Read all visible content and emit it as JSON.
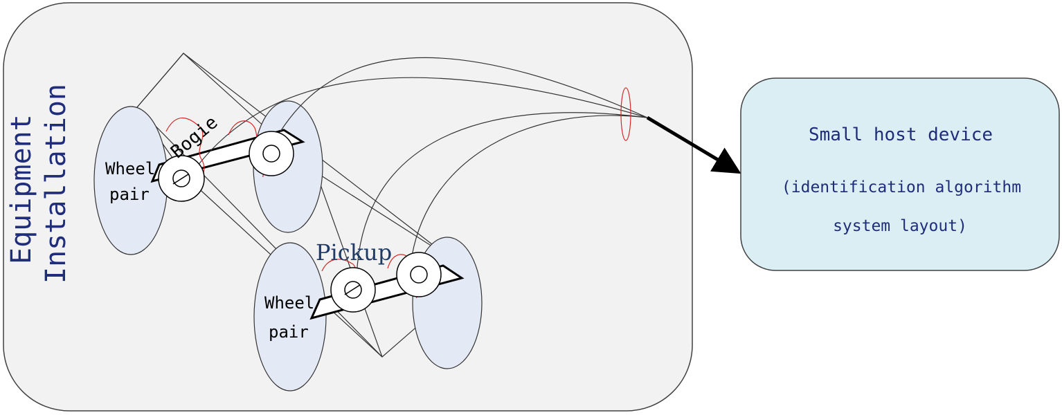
{
  "diagram": {
    "container_label_line1": "Equipment",
    "container_label_line2": "Installation",
    "host_box": {
      "line1": "Small host device",
      "line2": "(identification algorithm",
      "line3": "system layout)"
    },
    "labels": {
      "bogie": "Bogie",
      "pickup": "Pickup",
      "wheel_pair_1_line1": "Wheel",
      "wheel_pair_1_line2": "pair",
      "wheel_pair_2_line1": "Wheel",
      "wheel_pair_2_line2": "pair"
    },
    "colors": {
      "container_fill": "#f2f2f2",
      "container_stroke": "#404040",
      "wheel_fill": "#e4eaf5",
      "host_fill": "#daeef3",
      "host_text": "#1f2d7a",
      "title_text": "#1f2d7a",
      "pickup_text": "#1f3a66",
      "signal_wire": "#d62728",
      "line": "#222222"
    }
  }
}
